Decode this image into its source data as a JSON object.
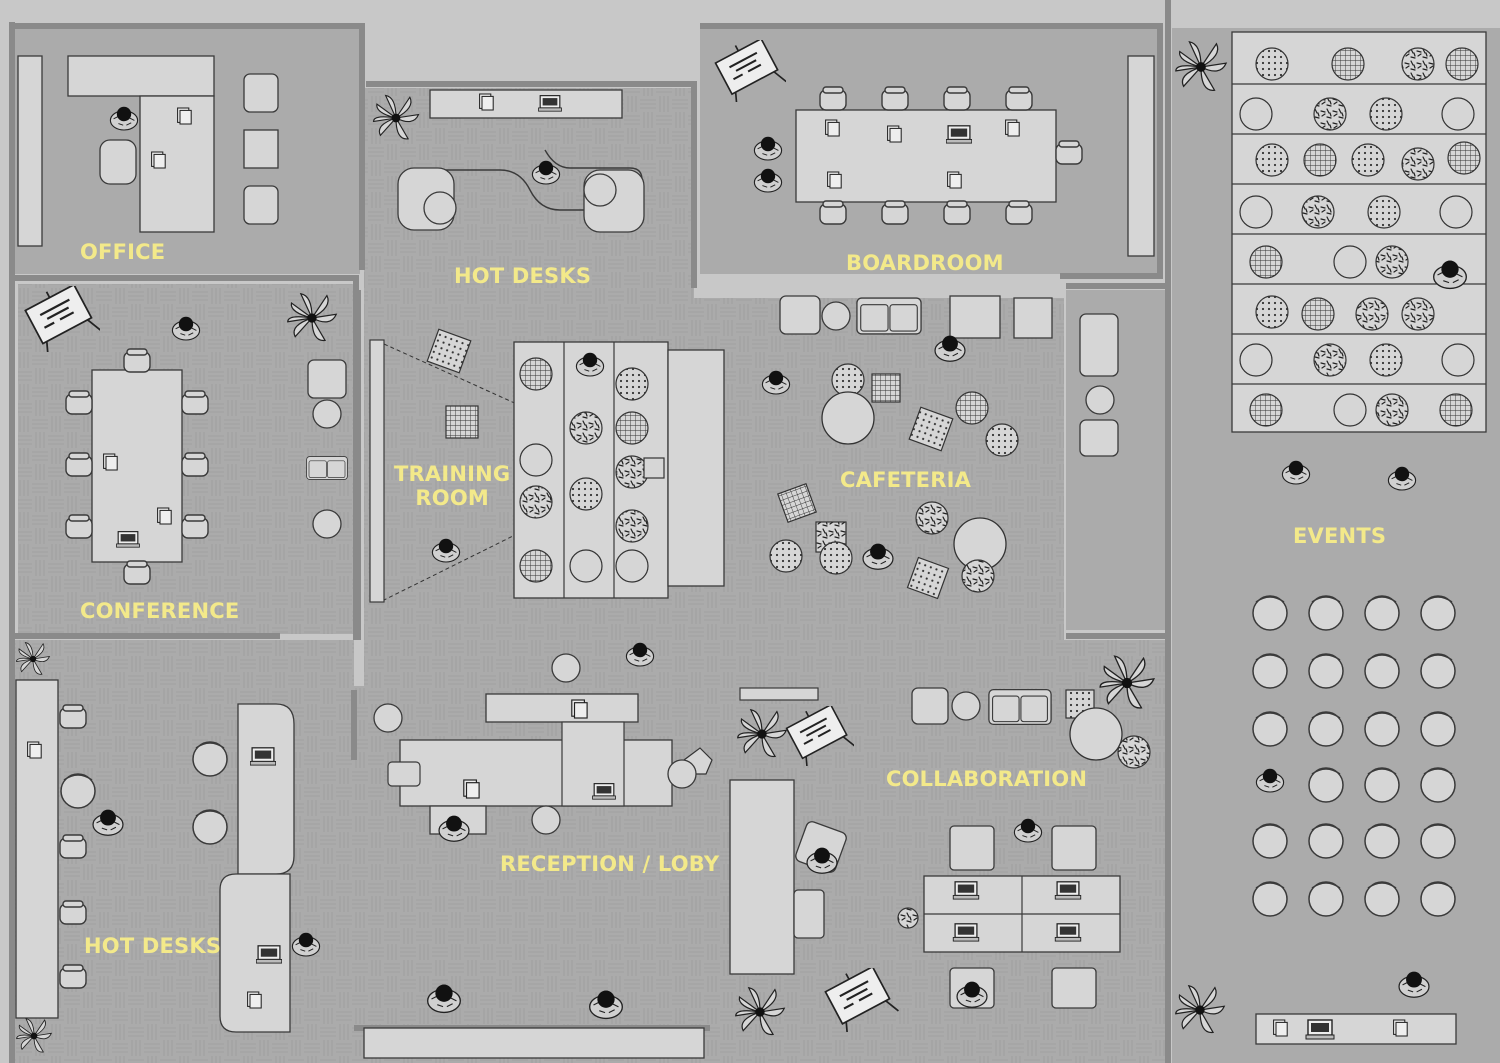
{
  "floorplan": {
    "colors": {
      "background": "#c8c8c8",
      "floor": "#ababab",
      "wall": "#909090",
      "furniture_fill": "#d6d6d6",
      "furniture_stroke": "#3a3a3a",
      "label": "#f3e98a",
      "person": "#111111"
    },
    "rooms": [
      {
        "id": "office",
        "label": "OFFICE"
      },
      {
        "id": "hot-desks-north",
        "label": "HOT DESKS"
      },
      {
        "id": "boardroom",
        "label": "BOARDROOM"
      },
      {
        "id": "conference",
        "label": "CONFERENCE"
      },
      {
        "id": "training-room",
        "label_lines": [
          "TRAINING",
          "ROOM"
        ]
      },
      {
        "id": "cafeteria",
        "label": "CAFETERIA"
      },
      {
        "id": "events",
        "label": "EVENTS"
      },
      {
        "id": "collaboration",
        "label": "COLLABORATION"
      },
      {
        "id": "reception",
        "label": "RECEPTION / LOBY"
      },
      {
        "id": "hot-desks-south",
        "label": "HOT DESKS"
      }
    ],
    "icons": [
      "plant-icon",
      "person-icon",
      "chair-icon",
      "table-icon",
      "sofa-icon",
      "cushion-icon",
      "easel-icon",
      "laptop-icon",
      "document-icon"
    ]
  }
}
